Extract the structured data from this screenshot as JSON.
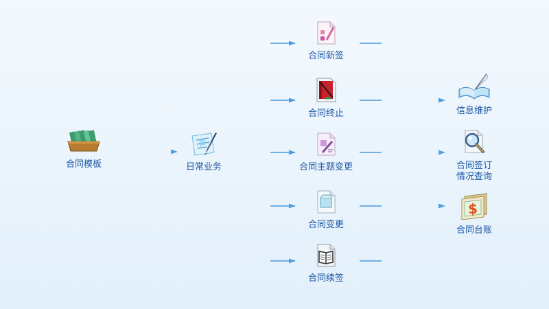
{
  "colors": {
    "line": "#6fb1e9",
    "arrow": "#4e9ee2",
    "label": "#1c56a4"
  },
  "nodes": {
    "template": {
      "label": "合同模板",
      "icon": "card-file-box-icon"
    },
    "daily": {
      "label": "日常业务",
      "icon": "pen-on-paper-icon"
    },
    "sign_new": {
      "label": "合同新签",
      "icon": "pink-document-icon"
    },
    "terminate": {
      "label": "合同终止",
      "icon": "red-book-document-icon"
    },
    "subject_change": {
      "label": "合同主题变更",
      "icon": "edit-document-icon"
    },
    "change": {
      "label": "合同变更",
      "icon": "blue-sheet-document-icon"
    },
    "renew": {
      "label": "合同续签",
      "icon": "open-book-document-icon"
    },
    "info_maintain": {
      "label": "信息维护",
      "icon": "book-with-quill-icon"
    },
    "sign_query": {
      "label": "合同签订\n情况查询",
      "icon": "magnifier-document-icon"
    },
    "ledger": {
      "label": "合同台账",
      "icon": "dollar-note-icon"
    }
  }
}
